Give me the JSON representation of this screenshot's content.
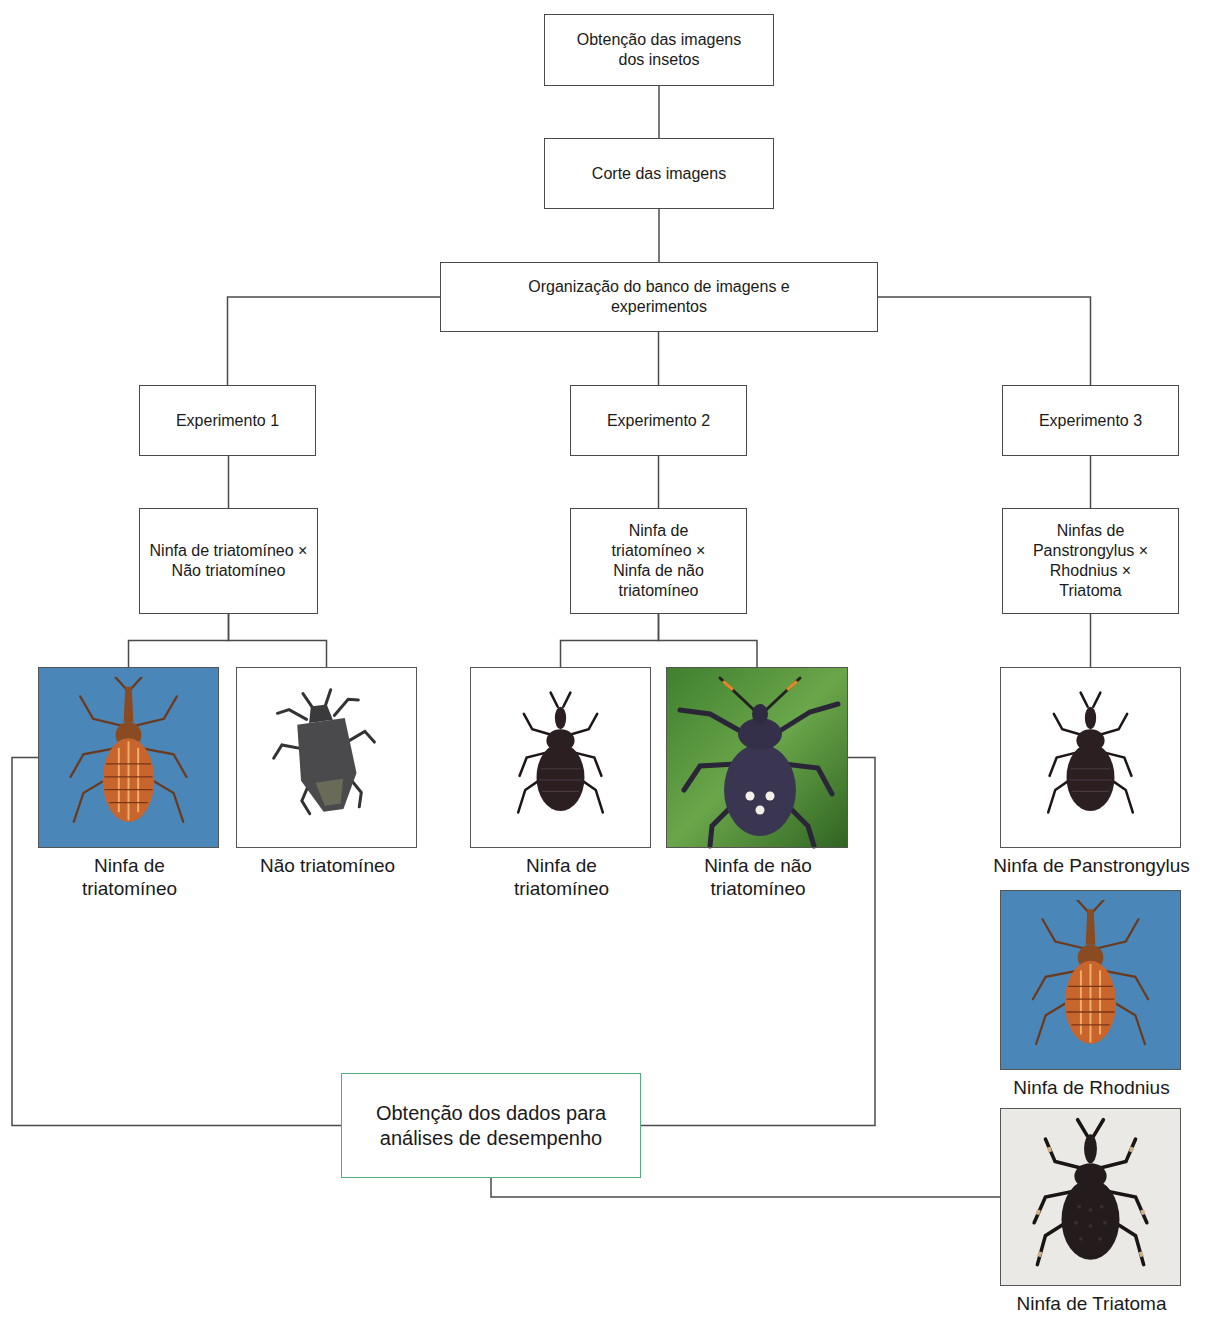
{
  "diagram": {
    "nodes": [
      {
        "text": [
          "Obtenção das imagens dos insetos"
        ]
      },
      {
        "text": [
          "Corte das imagens"
        ]
      },
      {
        "text": [
          "Organização do banco de imagens e experimentos"
        ]
      },
      {
        "text": [
          "Experimento 1"
        ]
      },
      {
        "text": [
          "Experimento 2"
        ]
      },
      {
        "text": [
          "Experimento 3"
        ]
      },
      {
        "text": [
          "Ninfa de triatomíneo × Não triatomíneo"
        ]
      },
      {
        "text": [
          "Ninfa de triatomíneo × Ninfa de não triatomíneo"
        ]
      },
      {
        "text": [
          "Ninfas de Panstrongylus × Rhodnius × Triatoma"
        ]
      },
      {
        "text": [
          "Ninfa de triatomíneo"
        ]
      },
      {
        "text": [
          "Não triatomíneo"
        ]
      },
      {
        "text": [
          "Ninfa de triatomíneo"
        ]
      },
      {
        "text": [
          "Ninfa de não triatomíneo"
        ]
      },
      {
        "text": [
          "Ninfa de Panstrongylus"
        ]
      },
      {
        "text": [
          "Ninfa de Rhodnius"
        ]
      },
      {
        "text": [
          "Ninfa de Triatoma"
        ]
      },
      {
        "text": [
          "Obtenção dos dados para análises de desempenho"
        ]
      }
    ],
    "edges": [
      {
        "from": 0,
        "to": 1,
        "arrow": "none"
      },
      {
        "from": 1,
        "to": 2,
        "arrow": "none"
      },
      {
        "from": 2,
        "to": 3,
        "arrow": "none"
      },
      {
        "from": 2,
        "to": 4,
        "arrow": "none"
      },
      {
        "from": 2,
        "to": 5,
        "arrow": "none"
      },
      {
        "from": 3,
        "to": 6,
        "arrow": "none"
      },
      {
        "from": 4,
        "to": 7,
        "arrow": "none"
      },
      {
        "from": 5,
        "to": 8,
        "arrow": "none"
      },
      {
        "from": 6,
        "to": 9,
        "arrow": "none"
      },
      {
        "from": 6,
        "to": 10,
        "arrow": "none"
      },
      {
        "from": 7,
        "to": 11,
        "arrow": "none"
      },
      {
        "from": 7,
        "to": 12,
        "arrow": "none"
      },
      {
        "from": 8,
        "to": 13,
        "arrow": "none"
      },
      {
        "from": 9,
        "to": 16,
        "arrow": "none"
      },
      {
        "from": 12,
        "to": 16,
        "arrow": "none"
      },
      {
        "from": 15,
        "to": 16,
        "arrow": "none"
      }
    ]
  }
}
